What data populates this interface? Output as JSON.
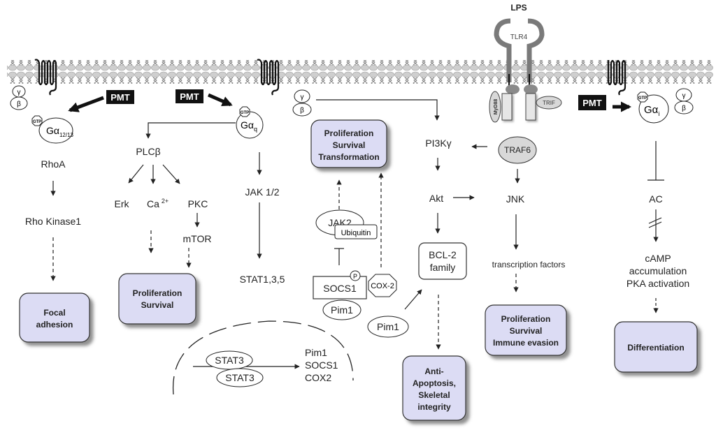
{
  "diagram": {
    "top_label": "LPS",
    "receptor": "TLR4",
    "adaptors": [
      "MyD88",
      "TRIF"
    ],
    "pmt_label": "PMT",
    "g_beta": "β",
    "g_gamma": "γ",
    "gtp": "GTP",
    "galpha_12_13": {
      "base": "Gα",
      "sub": "12/13"
    },
    "galpha_q": {
      "base": "Gα",
      "sub": "q"
    },
    "galpha_i": {
      "base": "Gα",
      "sub": "i"
    },
    "rho_path": {
      "rhoa": "RhoA",
      "rho_kinase": "Rho Kinase1",
      "outcome": [
        "Focal",
        "adhesion"
      ]
    },
    "plc_path": {
      "plcb": "PLCβ",
      "erk": "Erk",
      "ca": "Ca",
      "ca_sup": "2+",
      "pkc": "PKC",
      "mtor": "mTOR",
      "outcome": [
        "Proliferation",
        "Survival"
      ]
    },
    "jak_path": {
      "jak12": "JAK 1/2",
      "stat": "STAT1,3,5"
    },
    "nucleus": {
      "stat3a": "STAT3",
      "stat3b": "STAT3",
      "targets": [
        "Pim1",
        "SOCS1",
        "COX2"
      ]
    },
    "middle": {
      "outcome": [
        "Proliferation",
        "Survival",
        "Transformation"
      ],
      "jak2": "JAK2",
      "ubiquitin": "Ubiquitin",
      "socs1": "SOCS1",
      "p": "P",
      "pim1_a": "Pim1",
      "cox2": "COX-2",
      "pim1_b": "Pim1"
    },
    "pi3k_path": {
      "pi3k": "PI3Kγ",
      "akt": "Akt",
      "bcl2": [
        "BCL-2",
        "family"
      ],
      "outcome": [
        "Anti-",
        "Apoptosis,",
        "Skeletal",
        "integrity"
      ]
    },
    "tlr_path": {
      "traf6": "TRAF6",
      "jnk": "JNK",
      "tf": "transcription factors",
      "outcome": [
        "Proliferation",
        "Survival",
        "Immune evasion"
      ]
    },
    "gi_path": {
      "ac": "AC",
      "camp": [
        "cAMP",
        "accumulation",
        "PKA activation"
      ],
      "outcome": [
        "Differentiation"
      ]
    },
    "colors": {
      "outcome_fill": "#dcdcf4",
      "membrane": "#c8c8c8",
      "receptor": "#808080",
      "adaptor": "#d8d8d8"
    }
  }
}
